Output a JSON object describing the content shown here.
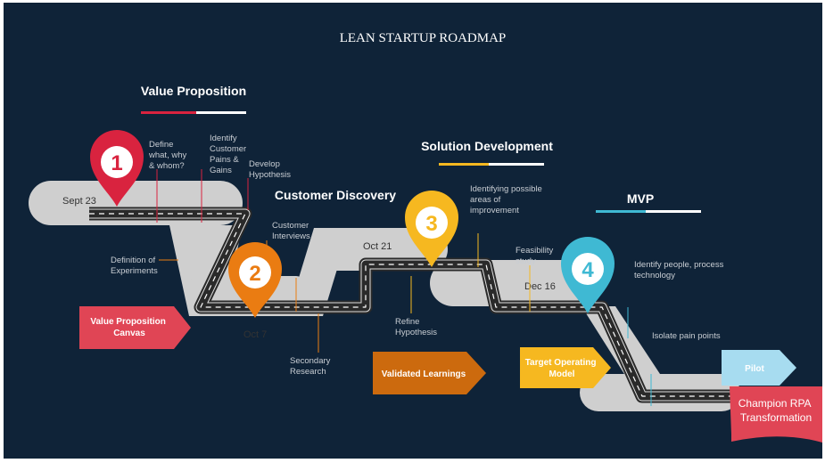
{
  "title": "LEAN STARTUP ROADMAP",
  "colors": {
    "background": "#0f2338",
    "road_band": "#cfcfcf",
    "road": "#2a2a2a",
    "marker_red": "#d9233f",
    "marker_orange": "#ea7c12",
    "marker_yellow": "#f6b820",
    "marker_blue": "#3fb9d3"
  },
  "stages": [
    {
      "heading": "Value Proposition",
      "number": "1",
      "date": "Sept 23",
      "icon": "red-map-pin-icon"
    },
    {
      "heading": "Customer Discovery",
      "number": "2",
      "date": "Oct 7",
      "icon": "orange-map-pin-icon"
    },
    {
      "heading": "Solution Development",
      "number": "3",
      "date": "Oct 21",
      "icon": "yellow-map-pin-icon"
    },
    {
      "heading": "MVP",
      "number": "4",
      "date": "Dec 16",
      "icon": "blue-map-pin-icon"
    }
  ],
  "notes": {
    "define": [
      "Define",
      "what, why",
      "& whom?"
    ],
    "identify_pains": [
      "Identify",
      "Customer",
      "Pains &",
      "Gains"
    ],
    "develop_hypothesis": [
      "Develop",
      "Hypothesis"
    ],
    "definition_experiments": [
      "Definition of",
      "Experiments"
    ],
    "customer_interviews": [
      "Customer",
      "Interviews"
    ],
    "secondary_research": [
      "Secondary",
      "Research"
    ],
    "identifying_areas": [
      "Identifying possible",
      "areas of",
      "improvement"
    ],
    "refine_hypothesis": [
      "Refine",
      "Hypothesis"
    ],
    "feasibility": [
      "Feasibility",
      "study"
    ],
    "identify_people": [
      "Identify  people, process",
      "technology"
    ],
    "isolate_pain": [
      "Isolate pain points"
    ]
  },
  "arrows": {
    "value_canvas": [
      "Value Proposition",
      "Canvas"
    ],
    "validated": [
      "Validated Learnings"
    ],
    "target_model": [
      "Target Operating",
      "Model"
    ],
    "pilot": [
      "Pilot"
    ]
  },
  "flag": [
    "Champion RPA",
    "Transformation"
  ]
}
